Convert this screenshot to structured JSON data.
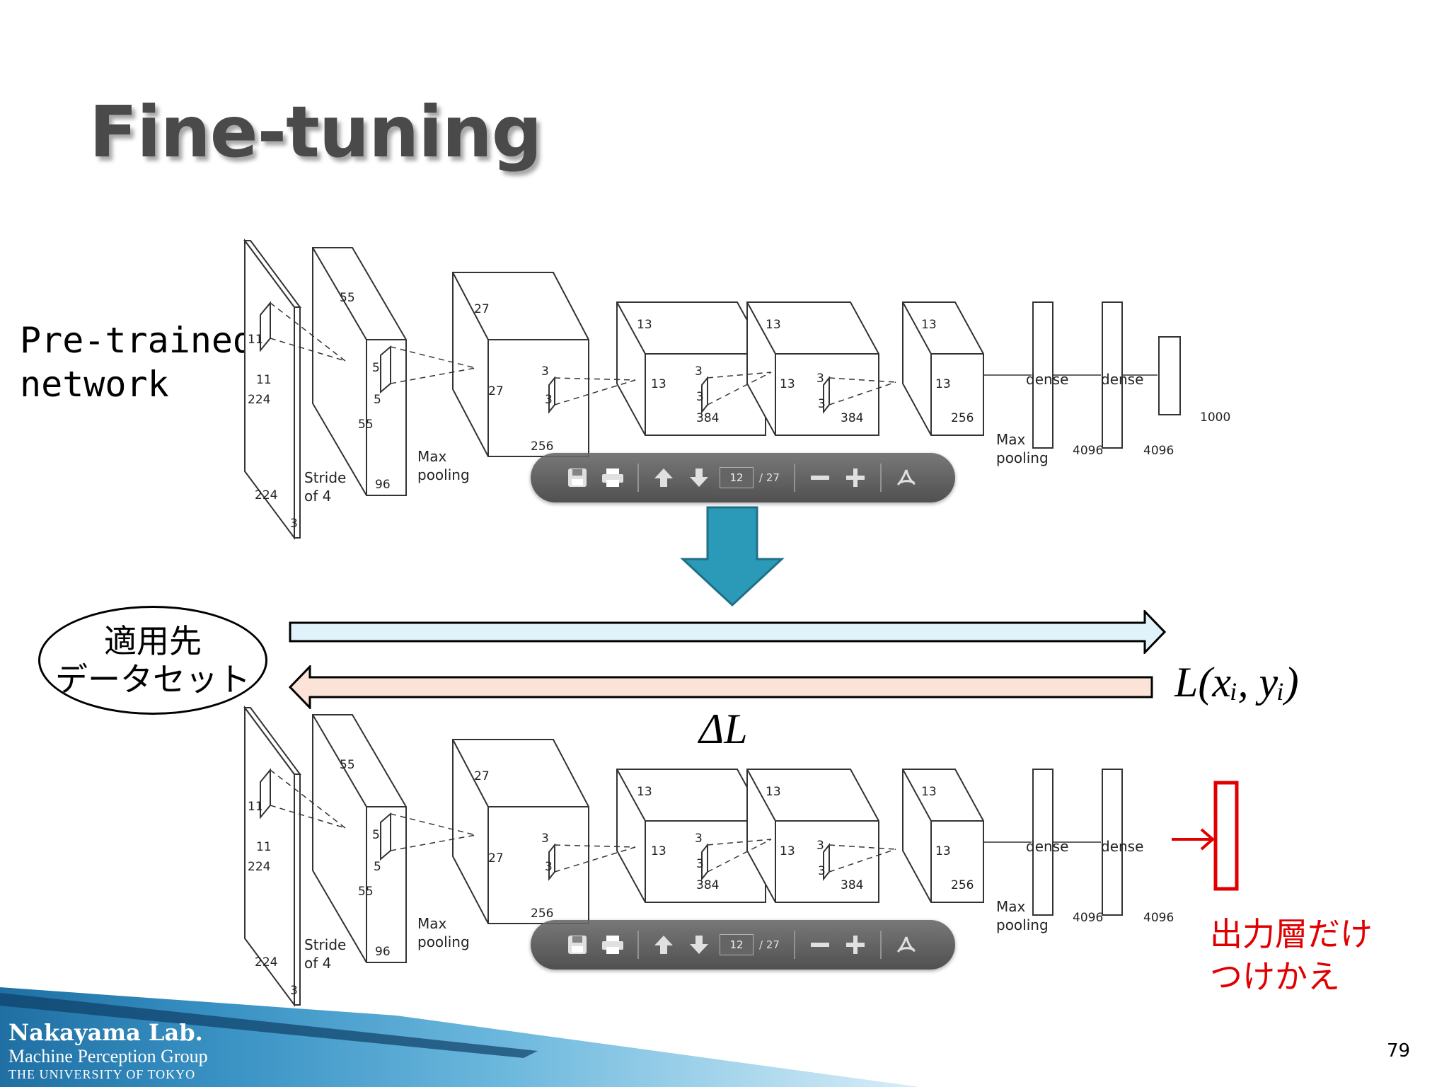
{
  "slide": {
    "title": "Fine-tuning",
    "page_number": "79"
  },
  "top_network": {
    "label_line1": "Pre-trained",
    "label_line2": "network",
    "layer_labels": {
      "input_h": "224",
      "input_w": "224",
      "input_d": "3",
      "kernel1_a": "11",
      "kernel1_b": "11",
      "stride_1": "Stride",
      "stride_2": "of 4",
      "c1_h": "55",
      "c1_w": "55",
      "c1_d": "96",
      "k2_a": "5",
      "k2_b": "5",
      "pool1_1": "Max",
      "pool1_2": "pooling",
      "c2_h": "27",
      "c2_w": "27",
      "c2_d": "256",
      "k3_a": "3",
      "k3_b": "3",
      "c3_h": "13",
      "c3_w": "13",
      "c3_d": "384",
      "k4_a": "3",
      "k4_b": "3",
      "c4_h": "13",
      "c4_w": "13",
      "c4_d": "384",
      "k5_a": "3",
      "k5_b": "3",
      "c5_h": "13",
      "c5_w": "13",
      "c5_d": "256",
      "pool2_1": "Max",
      "pool2_2": "pooling",
      "dense1": "dense",
      "dense2": "dense",
      "fc1": "4096",
      "fc2": "4096",
      "out": "1000"
    }
  },
  "bottom_network": {
    "layer_labels": {
      "input_h": "224",
      "input_w": "224",
      "input_d": "3",
      "kernel1_a": "11",
      "kernel1_b": "11",
      "stride_1": "Stride",
      "stride_2": "of 4",
      "c1_h": "55",
      "c1_w": "55",
      "c1_d": "96",
      "k2_a": "5",
      "k2_b": "5",
      "pool1_1": "Max",
      "pool1_2": "pooling",
      "c2_h": "27",
      "c2_w": "27",
      "c2_d": "256",
      "k3_a": "3",
      "k3_b": "3",
      "c3_h": "13",
      "c3_w": "13",
      "c3_d": "384",
      "k4_a": "3",
      "k4_b": "3",
      "c4_h": "13",
      "c4_w": "13",
      "c4_d": "384",
      "k5_a": "3",
      "k5_b": "3",
      "c5_h": "13",
      "c5_w": "13",
      "c5_d": "256",
      "pool2_1": "Max",
      "pool2_2": "pooling",
      "dense1": "dense",
      "dense2": "dense",
      "fc1": "4096",
      "fc2": "4096"
    },
    "replace_note_line1": "出力層だけ",
    "replace_note_line2": "つけかえ"
  },
  "pdf_toolbar": {
    "icons": [
      "save-icon",
      "print-icon",
      "page-up-icon",
      "page-down-icon",
      "zoom-out-icon",
      "zoom-in-icon",
      "acrobat-icon"
    ],
    "current_page": "12",
    "total_pages": "/ 27",
    "overlapped_text_1": "Max",
    "overlapped_text_2": "pooling"
  },
  "dataset": {
    "line1": "適用先",
    "line2": "データセット"
  },
  "loss": {
    "label": "L(xᵢ, yᵢ)",
    "gradient": "ΔL"
  },
  "footer": {
    "lab": "Nakayama Lab.",
    "group": "Machine Perception Group",
    "university": "THE UNIVERSITY OF TOKYO"
  },
  "colors": {
    "forward_arrow": "#e0f3fb",
    "backward_arrow": "#fbe3d8",
    "down_arrow": "#2b9ab8",
    "replace_red": "#e00000",
    "title_gray": "#4a4a4a",
    "footer_blue": "#2a7fb0"
  }
}
